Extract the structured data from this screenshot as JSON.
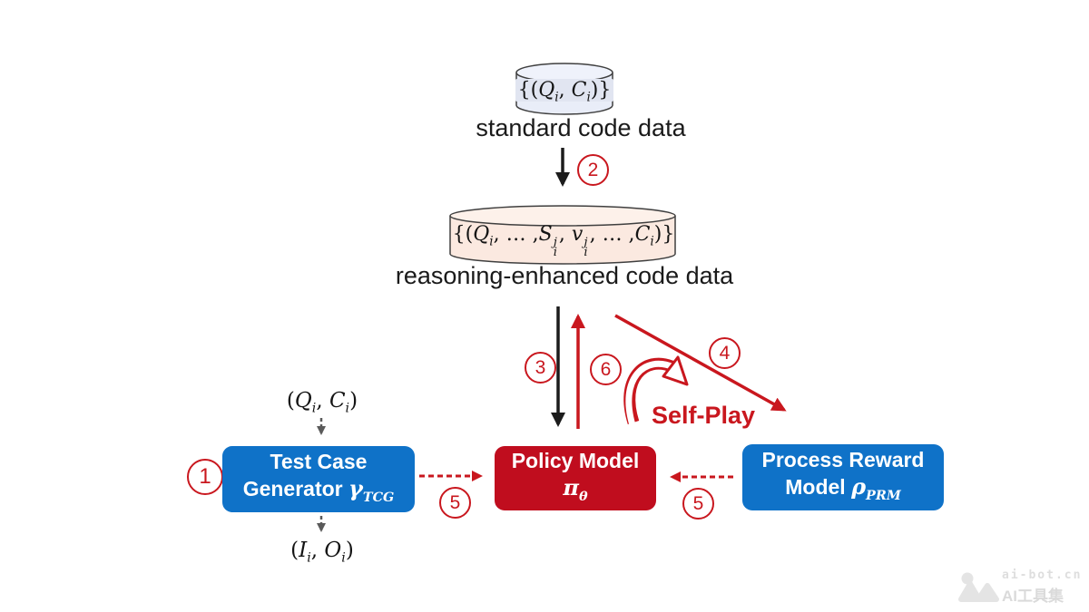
{
  "colors": {
    "blue": "#0f72c8",
    "red_box": "#c00d1e",
    "red": "#c9171e",
    "gray": "#5a5a5a",
    "cyl_blue": "#e9edf8",
    "cyl_peach": "#fbe9e0"
  },
  "top_store": {
    "label": "standard code data",
    "math": {
      "open": "{(",
      "t1": "Q",
      "s1": "i",
      "sep": ", ",
      "t2": "C",
      "s2": "i",
      "close": ")}"
    }
  },
  "enhanced_store": {
    "label": "reasoning-enhanced code data",
    "math": {
      "open": "{(",
      "t1": "Q",
      "s1": "i",
      "sep1": ", … ,",
      "t2": "S",
      "sup2": "j",
      "sub2": "i",
      "sep2": ", ",
      "t3": "v",
      "sup3": "j",
      "sub3": "i",
      "sep3": ", … ,",
      "t4": "C",
      "s4": "i",
      "close": ")}"
    }
  },
  "steps": {
    "n1": "1",
    "n2": "2",
    "n3": "3",
    "n4": "4",
    "n5": "5",
    "n6": "6"
  },
  "self_play_label": "Self-Play",
  "boxes": {
    "tcg": {
      "line1": "Test Case",
      "line2_prefix": "Generator ",
      "sym": "γ",
      "sub": "TCG"
    },
    "policy": {
      "line1": "Policy Model",
      "sym": "π",
      "sub": "θ"
    },
    "prm": {
      "line1": "Process Reward",
      "line2_prefix": "Model ",
      "sym": "ρ",
      "sub": "PRM"
    }
  },
  "tcg_io": {
    "input": {
      "open": "(",
      "t1": "Q",
      "s1": "i",
      "sep": ", ",
      "t2": "C",
      "s2": "i",
      "close": ")"
    },
    "output": {
      "open": "(",
      "t1": "I",
      "s1": "i",
      "sep": ", ",
      "t2": "O",
      "s2": "i",
      "close": ")"
    }
  },
  "watermark": {
    "line1": "ai-bot.cn",
    "line2": "AI工具集"
  }
}
